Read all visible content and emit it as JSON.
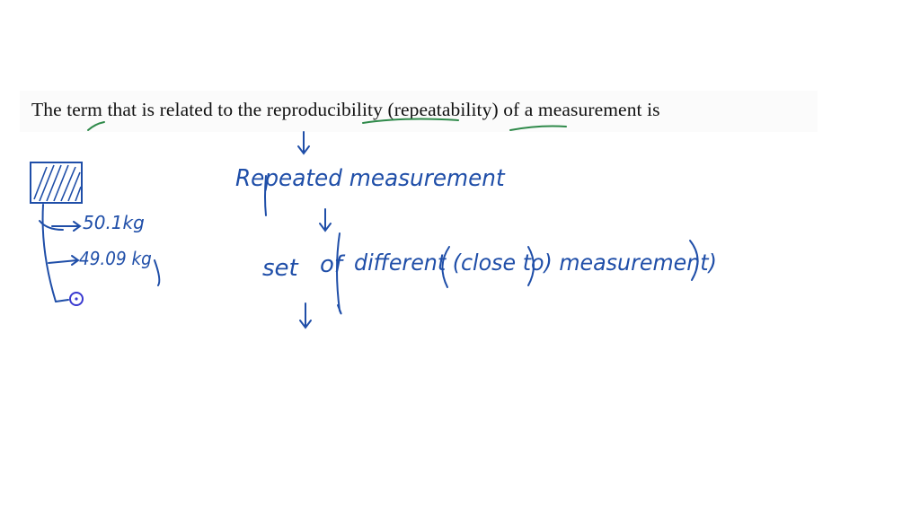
{
  "question": {
    "text": "The term that is related to the reproducibility (repeatability) of a measurement is"
  },
  "handwriting": {
    "line1": "Repeated measurement",
    "line2_prefix": "set",
    "line2_of": "of",
    "line2_rest": "different (close to) measurement)",
    "reading1": "50.1kg",
    "reading2": "49.09 kg"
  },
  "colors": {
    "ink_blue": "#1f4ea8",
    "highlight_green": "#2f8a4a",
    "text": "#111111",
    "marker_circle": "#3a3ad0"
  }
}
